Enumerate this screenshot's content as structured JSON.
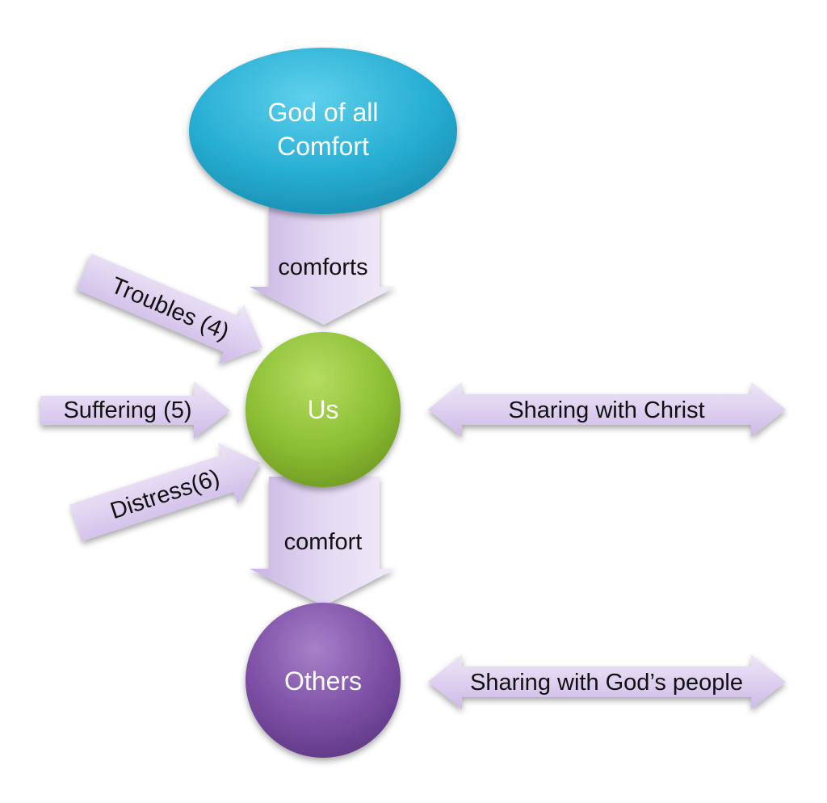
{
  "nodes": {
    "god": {
      "line1": "God of all",
      "line2": "Comfort",
      "color": "#2fb4d6"
    },
    "us": {
      "label": "Us",
      "color": "#86b532"
    },
    "others": {
      "label": "Others",
      "color": "#7b4d9e"
    }
  },
  "arrows": {
    "comforts": "comforts",
    "comfort": "comfort",
    "troubles": "Troubles (4)",
    "suffering": "Suffering (5)",
    "distress": "Distress(6)",
    "sharing_christ": "Sharing with Christ",
    "sharing_people": "Sharing with God’s people",
    "arrow_color": "#d9c9ee"
  }
}
